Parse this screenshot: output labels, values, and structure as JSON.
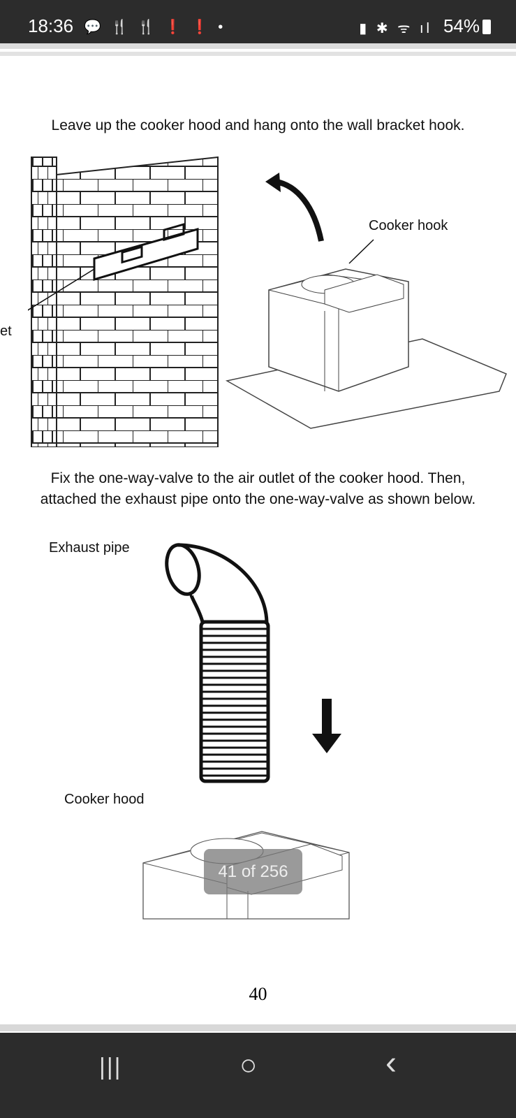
{
  "status_bar": {
    "time": "18:36",
    "notification_icons": [
      "chat-icon",
      "food-delivery-icon",
      "food-delivery-icon",
      "alert-icon",
      "alert-icon",
      "dot-icon"
    ],
    "battery": "54%",
    "system_icons": [
      "battery-saver-icon",
      "bluetooth-icon",
      "wifi-6-icon",
      "signal-icon"
    ]
  },
  "document": {
    "instruction_1": "Leave up the cooker hood and hang onto the wall bracket hook.",
    "label_bracket_partial": "et",
    "label_cooker_hook": "Cooker hook",
    "instruction_2_line1": "Fix the one-way-valve to the air outlet of the cooker hood. Then,",
    "instruction_2_line2": "attached the exhaust pipe onto the one-way-valve as shown below.",
    "label_exhaust_pipe": "Exhaust pipe",
    "label_cooker_hood": "Cooker hood",
    "page_number": "40"
  },
  "page_indicator": "41 of 256",
  "nav": {
    "recents": "|||",
    "home": "○",
    "back": "‹"
  }
}
